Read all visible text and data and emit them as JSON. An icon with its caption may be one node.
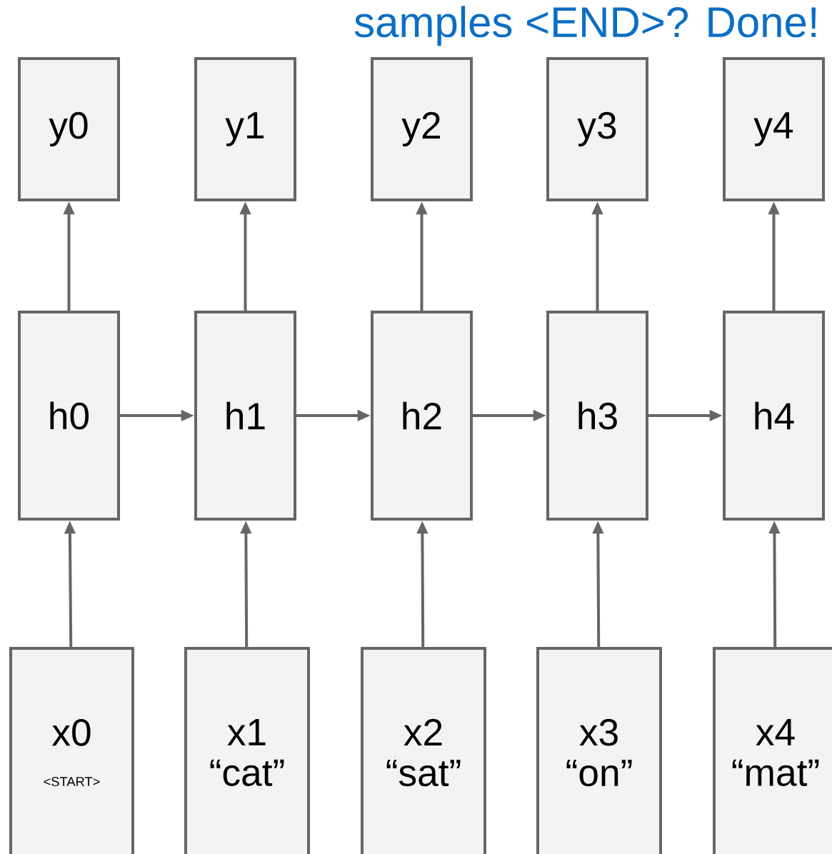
{
  "diagram": {
    "nodes": [
      {
        "text": [
          "y0"
        ]
      },
      {
        "text": [
          "y1"
        ]
      },
      {
        "text": [
          "y2"
        ]
      },
      {
        "text": [
          "y3"
        ]
      },
      {
        "text": [
          "y4"
        ]
      },
      {
        "text": [
          "h0"
        ]
      },
      {
        "text": [
          "h1"
        ]
      },
      {
        "text": [
          "h2"
        ]
      },
      {
        "text": [
          "h3"
        ]
      },
      {
        "text": [
          "h4"
        ]
      },
      {
        "text": [
          "x0",
          "<START>"
        ]
      },
      {
        "text": [
          "x1",
          "“cat”"
        ]
      },
      {
        "text": [
          "x2",
          "“sat”"
        ]
      },
      {
        "text": [
          "x3",
          "“on”"
        ]
      },
      {
        "text": [
          "x4",
          "“mat”"
        ]
      }
    ],
    "edges": [
      {
        "from": 10,
        "to": 5,
        "arrow": "to"
      },
      {
        "from": 11,
        "to": 6,
        "arrow": "to"
      },
      {
        "from": 12,
        "to": 7,
        "arrow": "to"
      },
      {
        "from": 13,
        "to": 8,
        "arrow": "to"
      },
      {
        "from": 14,
        "to": 9,
        "arrow": "to"
      },
      {
        "from": 5,
        "to": 0,
        "arrow": "to"
      },
      {
        "from": 6,
        "to": 1,
        "arrow": "to"
      },
      {
        "from": 7,
        "to": 2,
        "arrow": "to"
      },
      {
        "from": 8,
        "to": 3,
        "arrow": "to"
      },
      {
        "from": 9,
        "to": 4,
        "arrow": "to"
      },
      {
        "from": 5,
        "to": 6,
        "arrow": "to"
      },
      {
        "from": 6,
        "to": 7,
        "arrow": "to"
      },
      {
        "from": 7,
        "to": 8,
        "arrow": "to"
      },
      {
        "from": 8,
        "to": 9,
        "arrow": "to"
      }
    ],
    "labels": [
      "samples <END>? Done!"
    ]
  }
}
